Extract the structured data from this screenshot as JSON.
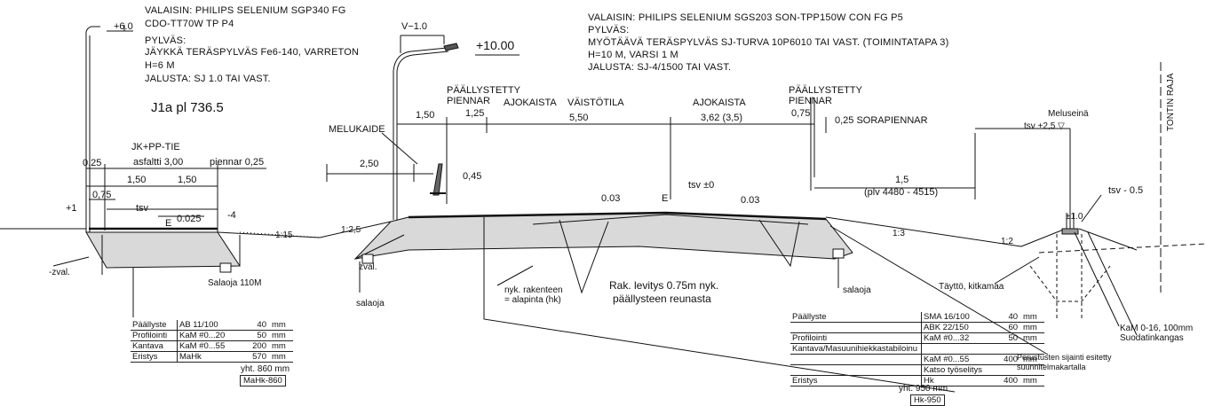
{
  "left_lamp": {
    "valaisin": "VALAISIN:  PHILIPS SELENIUM SGP340 FG",
    "model": "CDO-TT70W TP P4",
    "pylvas_label": "PYLVÄS:",
    "pylvas": "JÄYKKÄ TERÄSPYLVÄS Fe6-140, VARRETON",
    "height": "H=6 M",
    "jalusta": "JALUSTA: SJ 1.0 TAI VAST."
  },
  "right_lamp": {
    "valaisin": "VALAISIN:  PHILIPS SELENIUM SGS203 SON-TPP150W CON FG P5",
    "pylvas_label": "PYLVÄS:",
    "pylvas": "MYÖTÄÄVÄ TERÄSPYLVÄS SJ-TURVA 10P6010 TAI VAST. (TOIMINTATAPA 3)",
    "height": "H=10 M, VARSI 1 M",
    "jalusta": "JALUSTA: SJ-4/1500 TAI VAST."
  },
  "labels": {
    "plus6": "+6.0",
    "plus10": "+10.00",
    "v10": "V−1.0",
    "jla": "J1a pl 736.5",
    "melukaide": "MELUKAIDE",
    "jk_pp": "JK+PP-TIE",
    "asfaltti": "asfaltti 3,00",
    "piennar025": "piennar 0,25",
    "d025": "0,25",
    "d075": "0,75",
    "d150a": "1,50",
    "d150b": "1,50",
    "p1": "+1",
    "tsv_l": "tsv",
    "e_l": "E",
    "p0025": "0.025",
    "m4": "-4",
    "d250": "2,50",
    "d150top": "1,50",
    "d045": "0,45",
    "paal1": "PÄÄLLYSTETTY",
    "pien1": "PIENNAR",
    "d125": "1,25",
    "ajokaista1": "AJOKAISTA",
    "vaisto": "VÄISTÖTILA",
    "d550": "5,50",
    "ajokaista2": "AJOKAISTA",
    "d362": "3,62  (3,5)",
    "paal2": "PÄÄLLYSTETTY",
    "pien2": "PIENNAR",
    "d075b": "0,75",
    "sora": "0,25  SORAPIENNAR",
    "tsv0": "tsv ±0",
    "e_c": "E",
    "s003a": "0.03",
    "s003b": "0.03",
    "d15": "1,5",
    "plv": "(plv 4480 - 4515)",
    "meluseina": "Meluseinä",
    "tsv25": "tsv +2,5 ▽",
    "tontin": "TONTIN RAJA",
    "tsv05": "tsv - 0.5",
    "p10": "±1.0",
    "s1_25": "1:2,5",
    "s1_15": "1:15",
    "s1_3": "1:3",
    "s1_2": "1:2",
    "zval_l": "-zval.",
    "zval_c": "zval.",
    "salaoja110": "Salaoja 110M",
    "salaoja_c": "salaoja",
    "salaoja_r": "salaoja",
    "nyk1": "nyk. rakenteen",
    "nyk2": "= alapinta (hk)",
    "rak1": "Rak. levitys 0.75m nyk.",
    "rak2": "päällysteen reunasta",
    "tayt": "Täyttö, kitkamaa",
    "kam016": "KaM 0-16, 100mm",
    "suod": "Suodatinkangas",
    "perust1": "Perustusten sijainti esitetty",
    "perust2": "suunnitelmakartalla"
  },
  "left_table": {
    "rows": [
      {
        "name": "Päällyste",
        "mat": "AB 11/100",
        "val": "40",
        "unit": "mm"
      },
      {
        "name": "Profilointi",
        "mat": "KaM #0...20",
        "val": "50",
        "unit": "mm"
      },
      {
        "name": "Kantava",
        "mat": "KaM #0...55",
        "val": "200",
        "unit": "mm"
      },
      {
        "name": "Eristys",
        "mat": "MaHk",
        "val": "570",
        "unit": "mm"
      }
    ],
    "total": "yht. 860 mm",
    "code": "MaHk-860"
  },
  "right_table": {
    "rows": [
      {
        "name": "Päällyste",
        "mat": "SMA 16/100",
        "val": "40",
        "unit": "mm"
      },
      {
        "name": "",
        "mat": "ABK 22/150",
        "val": "60",
        "unit": "mm"
      },
      {
        "name": "Profilointi",
        "mat": "KaM #0...32",
        "val": "50",
        "unit": "mm"
      },
      {
        "name": "Kantava/Masuunihiekkastabiloinu",
        "mat": "",
        "val": "",
        "unit": ""
      },
      {
        "name": "",
        "mat": "KaM #0...55",
        "val": "400",
        "unit": "mm"
      },
      {
        "name": "",
        "mat": "Katso  työselitys",
        "val": "",
        "unit": ""
      },
      {
        "name": "Eristys",
        "mat": "Hk",
        "val": "400",
        "unit": "mm"
      }
    ],
    "total": "yht. 950 mm",
    "code": "Hk-950"
  }
}
